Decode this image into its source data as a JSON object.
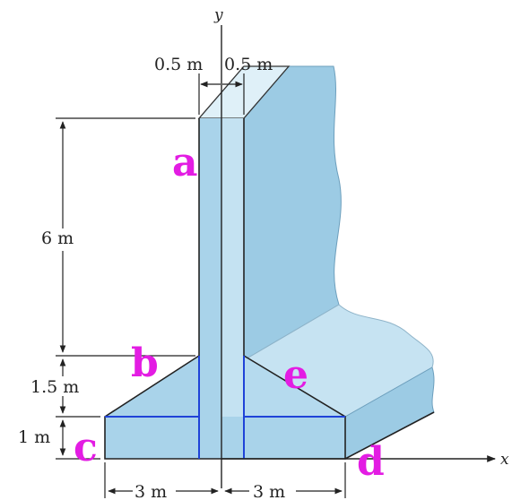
{
  "axes": {
    "y": "y",
    "x": "x"
  },
  "dimensions": {
    "top_left_width": "0.5 m",
    "top_right_width": "0.5 m",
    "stem_height": "6 m",
    "taper_height": "1.5 m",
    "base_thickness": "1 m",
    "left_base_width": "3 m",
    "right_base_width": "3 m"
  },
  "points": {
    "a": "a",
    "b": "b",
    "c": "c",
    "d": "d",
    "e": "e"
  },
  "colors": {
    "face_front": "#a9d3ea",
    "face_stem_light": "#c4e2f2",
    "face_side": "#9ccbe4",
    "face_top": "#c6e3f2",
    "face_shadow": "#8fc0dc",
    "section_line": "#1f43d8",
    "label": "#e31ce3"
  }
}
